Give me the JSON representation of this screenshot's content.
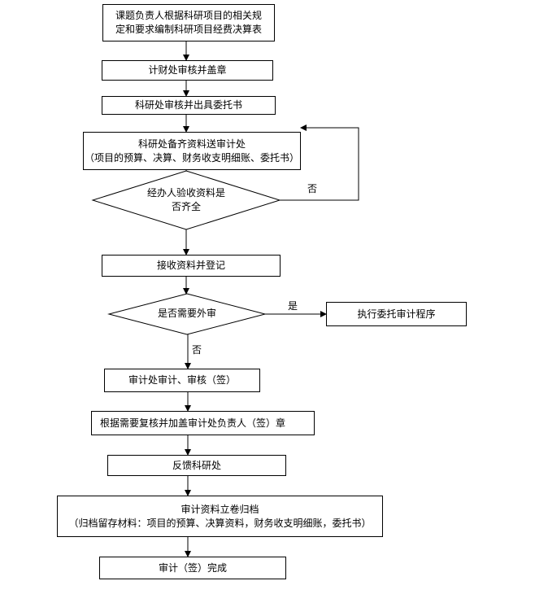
{
  "nodes": {
    "n1": "课题负责人根据科研项目的相关规\n定和要求编制科研项目经费决算表",
    "n2": "计财处审核并盖章",
    "n3": "科研处审核并出具委托书",
    "n4": "科研处备齐资料送审计处\n（项目的预算、决算、财务收支明细账、委托书）",
    "d1": "经办人验收资料是\n否齐全",
    "n5": "接收资料并登记",
    "d2": "是否需要外审",
    "n6": "执行委托审计程序",
    "n7": "审计处审计、审核（签）",
    "n8": "根据需要复核并加盖审计处负责人（签）章",
    "n9": "反馈科研处",
    "n10": "审计资料立卷归档\n（归档留存材料：项目的预算、决算资料，财务收支明细账，委托书）",
    "n11": "审计（签）完成"
  },
  "labels": {
    "no_1": "否",
    "yes_2": "是",
    "no_2": "否"
  }
}
